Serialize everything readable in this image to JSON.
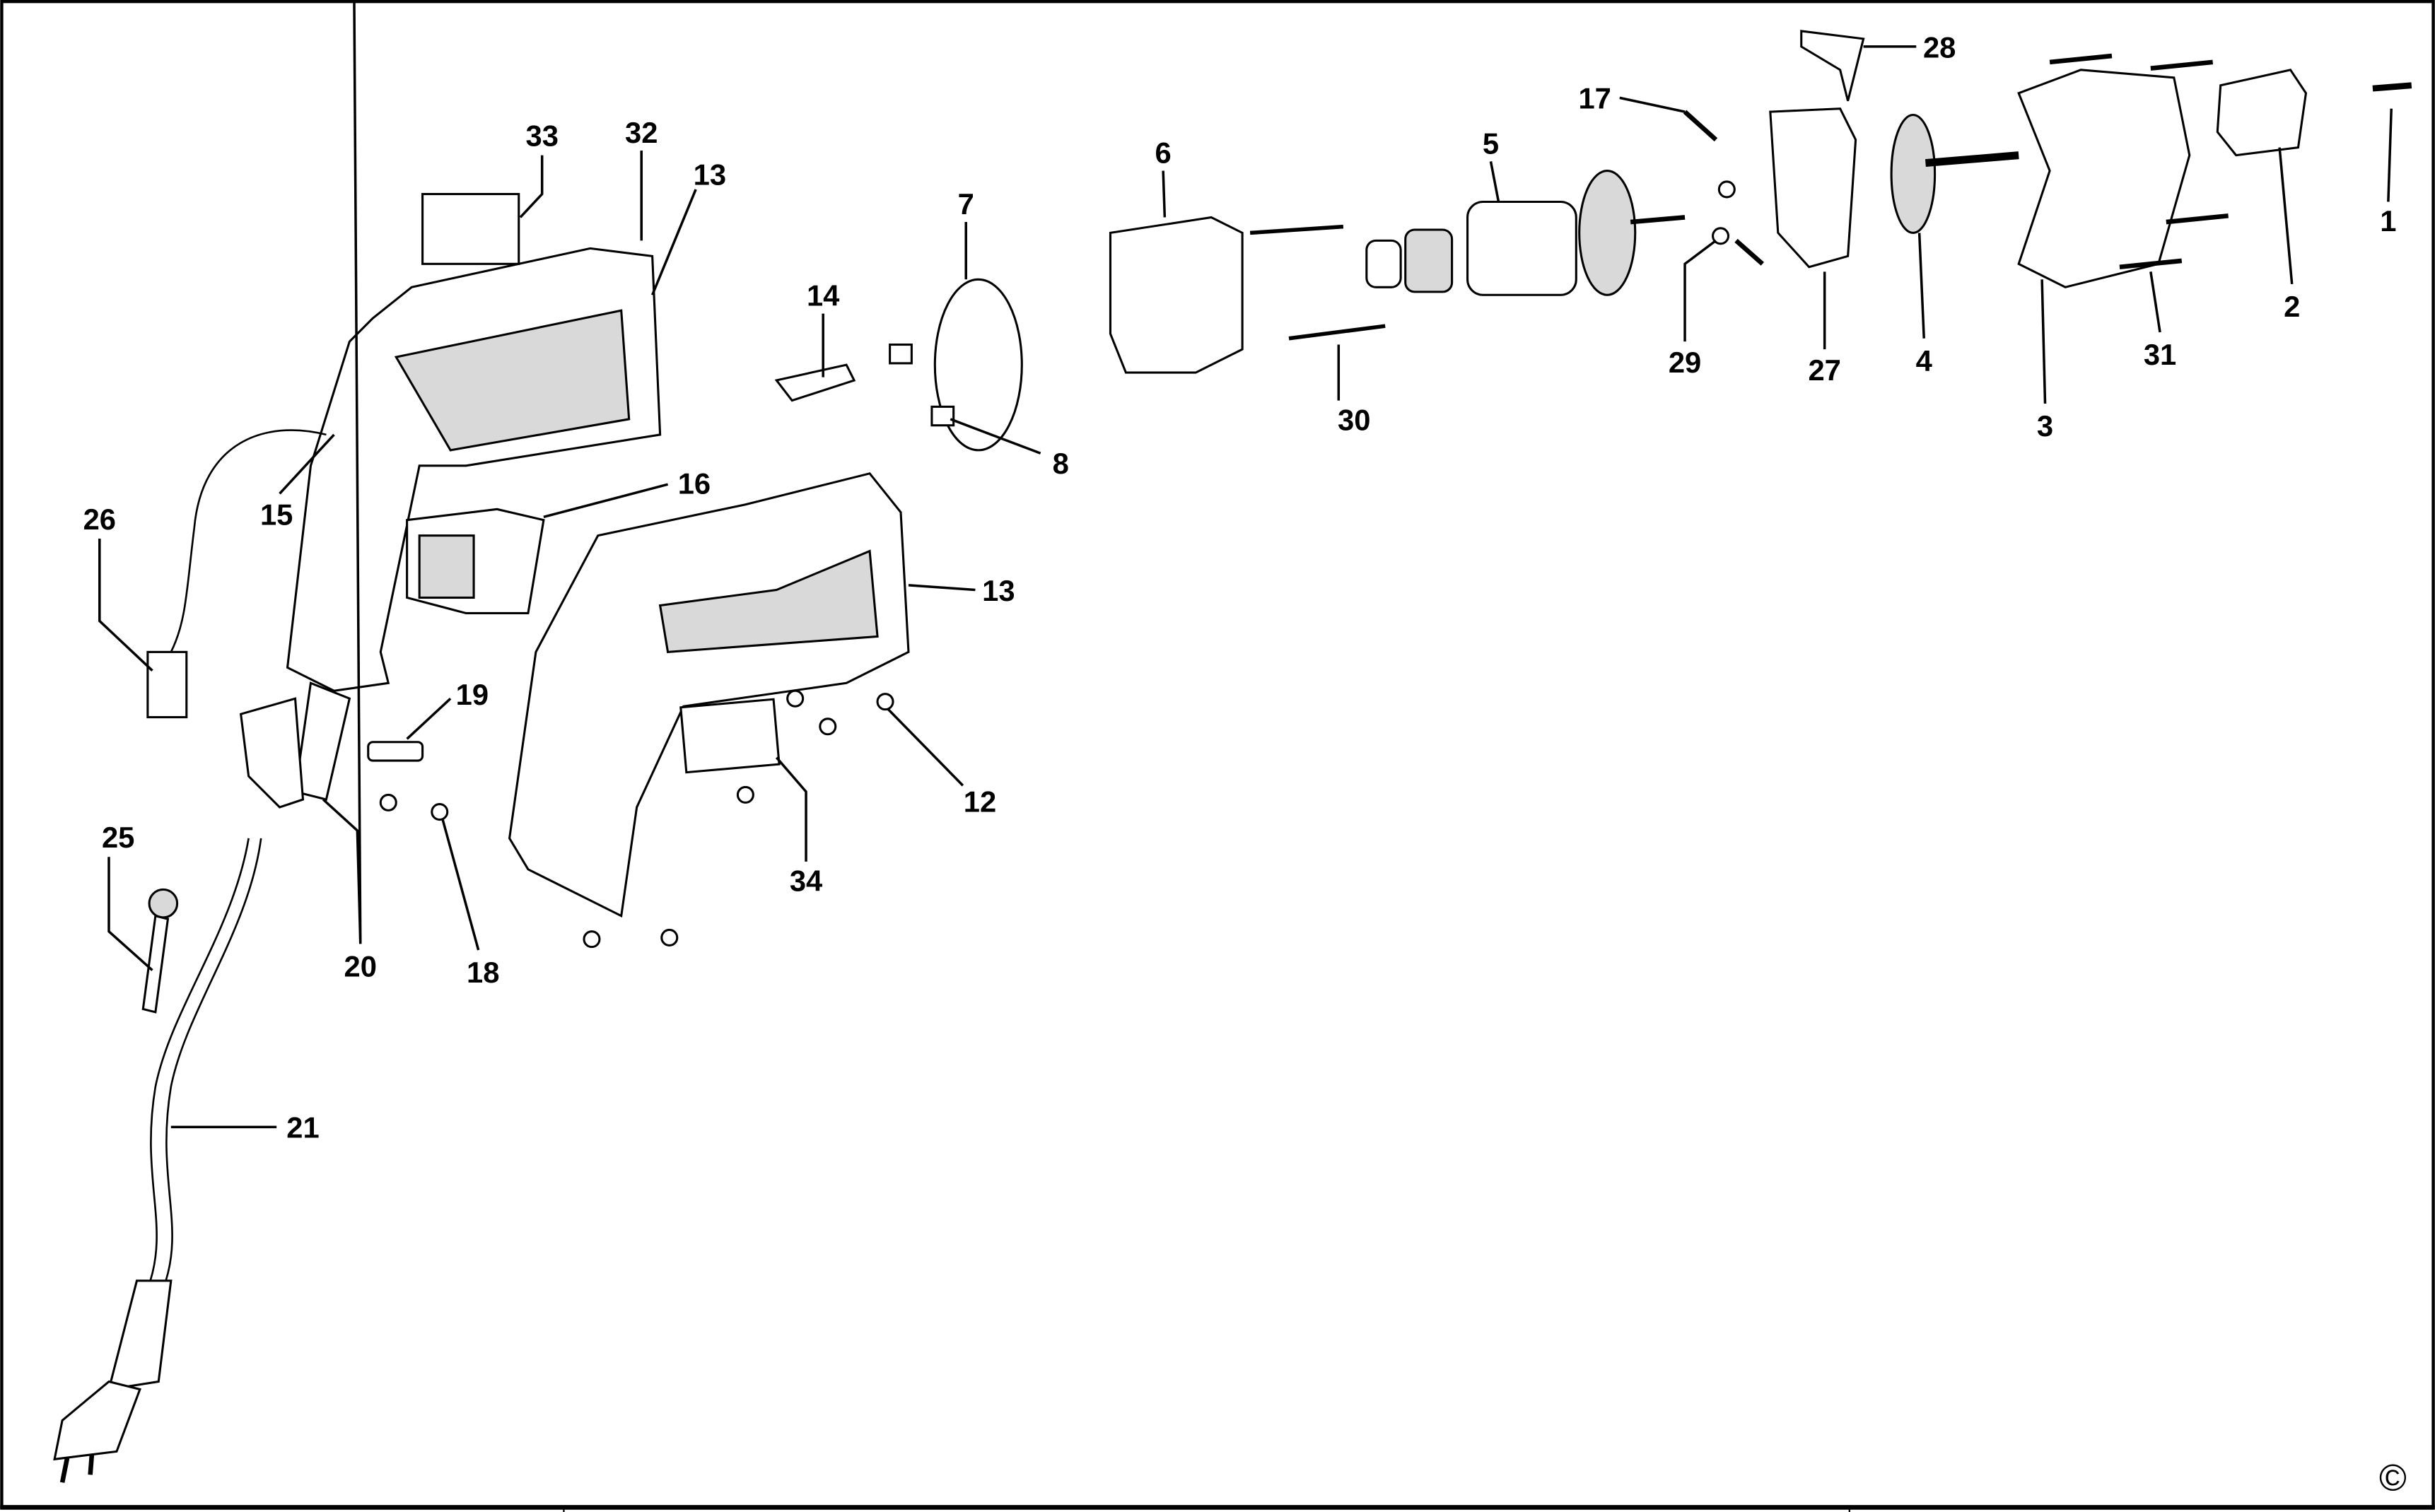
{
  "diagram": {
    "type": "exploded parts diagram",
    "copyright_symbol": "©",
    "labels": {
      "p1": "1",
      "p2": "2",
      "p3": "3",
      "p4": "4",
      "p5": "5",
      "p6": "6",
      "p7": "7",
      "p8": "8",
      "p12": "12",
      "p13a": "13",
      "p13b": "13",
      "p14": "14",
      "p15": "15",
      "p16": "16",
      "p17": "17",
      "p18": "18",
      "p19": "19",
      "p20": "20",
      "p21": "21",
      "p25": "25",
      "p26": "26",
      "p27": "27",
      "p28": "28",
      "p29": "29",
      "p30": "30",
      "p31": "31",
      "p32": "32",
      "p33": "33",
      "p34": "34"
    }
  }
}
